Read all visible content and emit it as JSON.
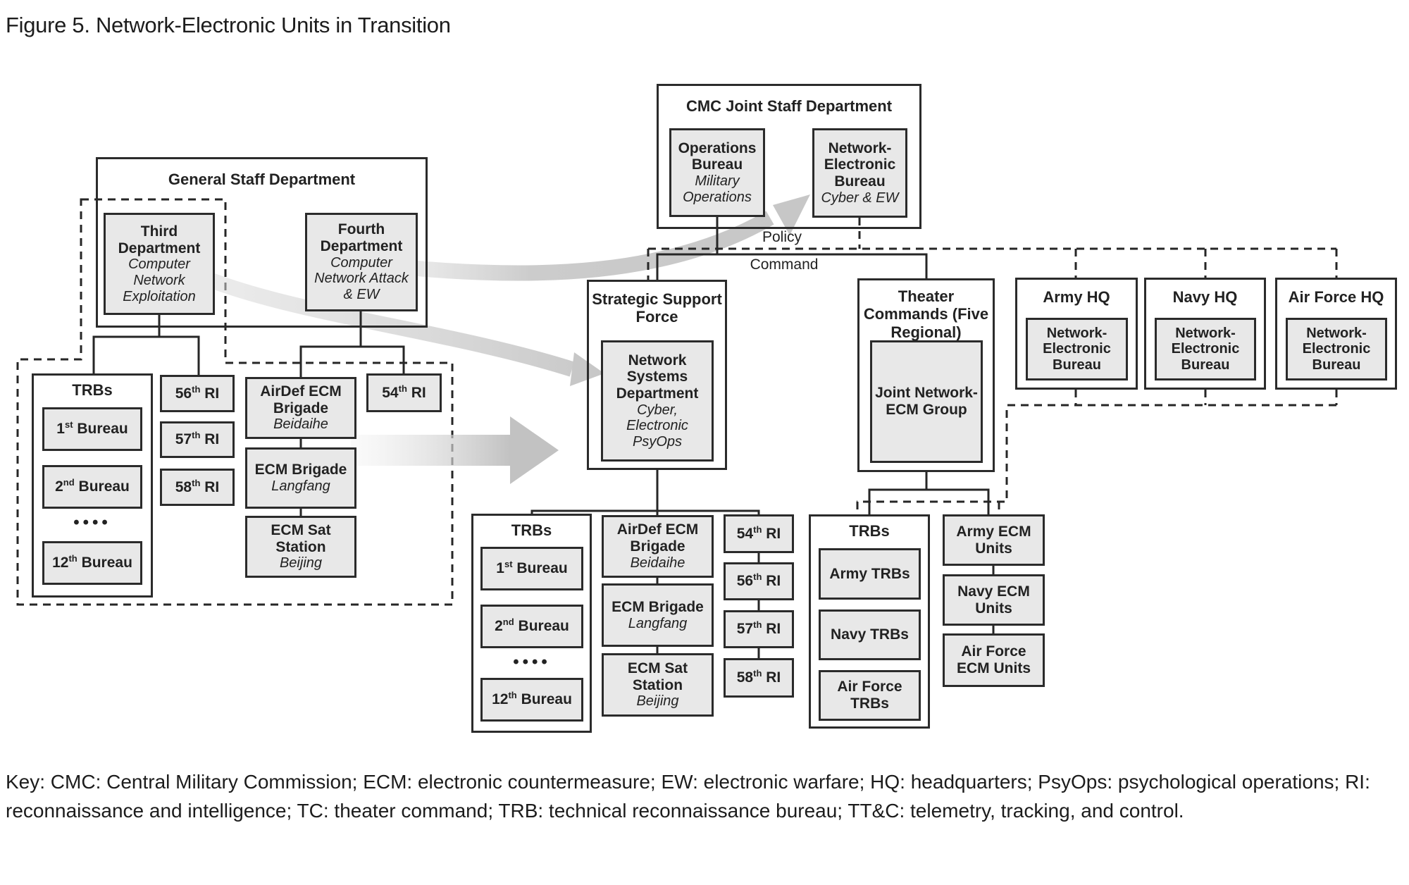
{
  "colors": {
    "box_fill": "#e8e8e8",
    "line": "#262626",
    "arrow": "#c9c9c9",
    "background": "#ffffff"
  },
  "figure": {
    "title": "Figure 5. Network-Electronic Units in Transition"
  },
  "labels": {
    "policy": "Policy",
    "command": "Command",
    "trbs": "TRBs",
    "dots": "••••"
  },
  "key": {
    "line1": "Key: CMC: Central Military Commission; ECM: electronic countermeasure; EW: electronic warfare; HQ: headquarters; PsyOps: psychological operations; RI:",
    "line2": "reconnaissance and intelligence; TC: theater command; TRB: technical reconnaissance bureau; TT&C: telemetry, tracking, and control."
  },
  "nodes": {
    "gsd": {
      "title": "General Staff Department"
    },
    "third": {
      "title": "Third Department",
      "subtitle": "Computer Network Exploitation"
    },
    "fourth": {
      "title": "Fourth Department",
      "subtitle": "Computer Network Attack & EW"
    },
    "bureau1": {
      "pre": "1",
      "sup": "st",
      "post": " Bureau"
    },
    "bureau2": {
      "pre": "2",
      "sup": "nd",
      "post": " Bureau"
    },
    "bureau12": {
      "pre": "12",
      "sup": "th",
      "post": " Bureau"
    },
    "ri54": {
      "pre": "54",
      "sup": "th",
      "post": " RI"
    },
    "ri56": {
      "pre": "56",
      "sup": "th",
      "post": " RI"
    },
    "ri57": {
      "pre": "57",
      "sup": "th",
      "post": " RI"
    },
    "ri58": {
      "pre": "58",
      "sup": "th",
      "post": " RI"
    },
    "airdef": {
      "title": "AirDef ECM Brigade",
      "subtitle": "Beidaihe"
    },
    "ecm_brigade": {
      "title": "ECM Brigade",
      "subtitle": "Langfang"
    },
    "ecm_sat": {
      "title": "ECM Sat Station",
      "subtitle": "Beijing"
    },
    "cmc": {
      "title": "CMC Joint Staff Department"
    },
    "ops": {
      "title": "Operations Bureau",
      "subtitle": "Military Operations"
    },
    "neb": {
      "title": "Network-Electronic Bureau",
      "subtitle": "Cyber & EW"
    },
    "ssf": {
      "title": "Strategic Support Force"
    },
    "nsd": {
      "title": "Network Systems Department",
      "subtitle": "Cyber, Electronic PsyOps"
    },
    "tc": {
      "title": "Theater Commands (Five Regional)"
    },
    "jng": {
      "title": "Joint Network-ECM Group"
    },
    "army_hq": {
      "title": "Army HQ"
    },
    "navy_hq": {
      "title": "Navy HQ"
    },
    "af_hq": {
      "title": "Air Force HQ"
    },
    "neb_small": {
      "title": "Network-Electronic Bureau"
    },
    "army_trbs": {
      "title": "Army TRBs"
    },
    "navy_trbs": {
      "title": "Navy TRBs"
    },
    "af_trbs": {
      "title": "Air Force TRBs"
    },
    "army_ecm": {
      "title": "Army ECM Units"
    },
    "navy_ecm": {
      "title": "Navy ECM Units"
    },
    "af_ecm": {
      "title": "Air Force ECM Units"
    }
  }
}
